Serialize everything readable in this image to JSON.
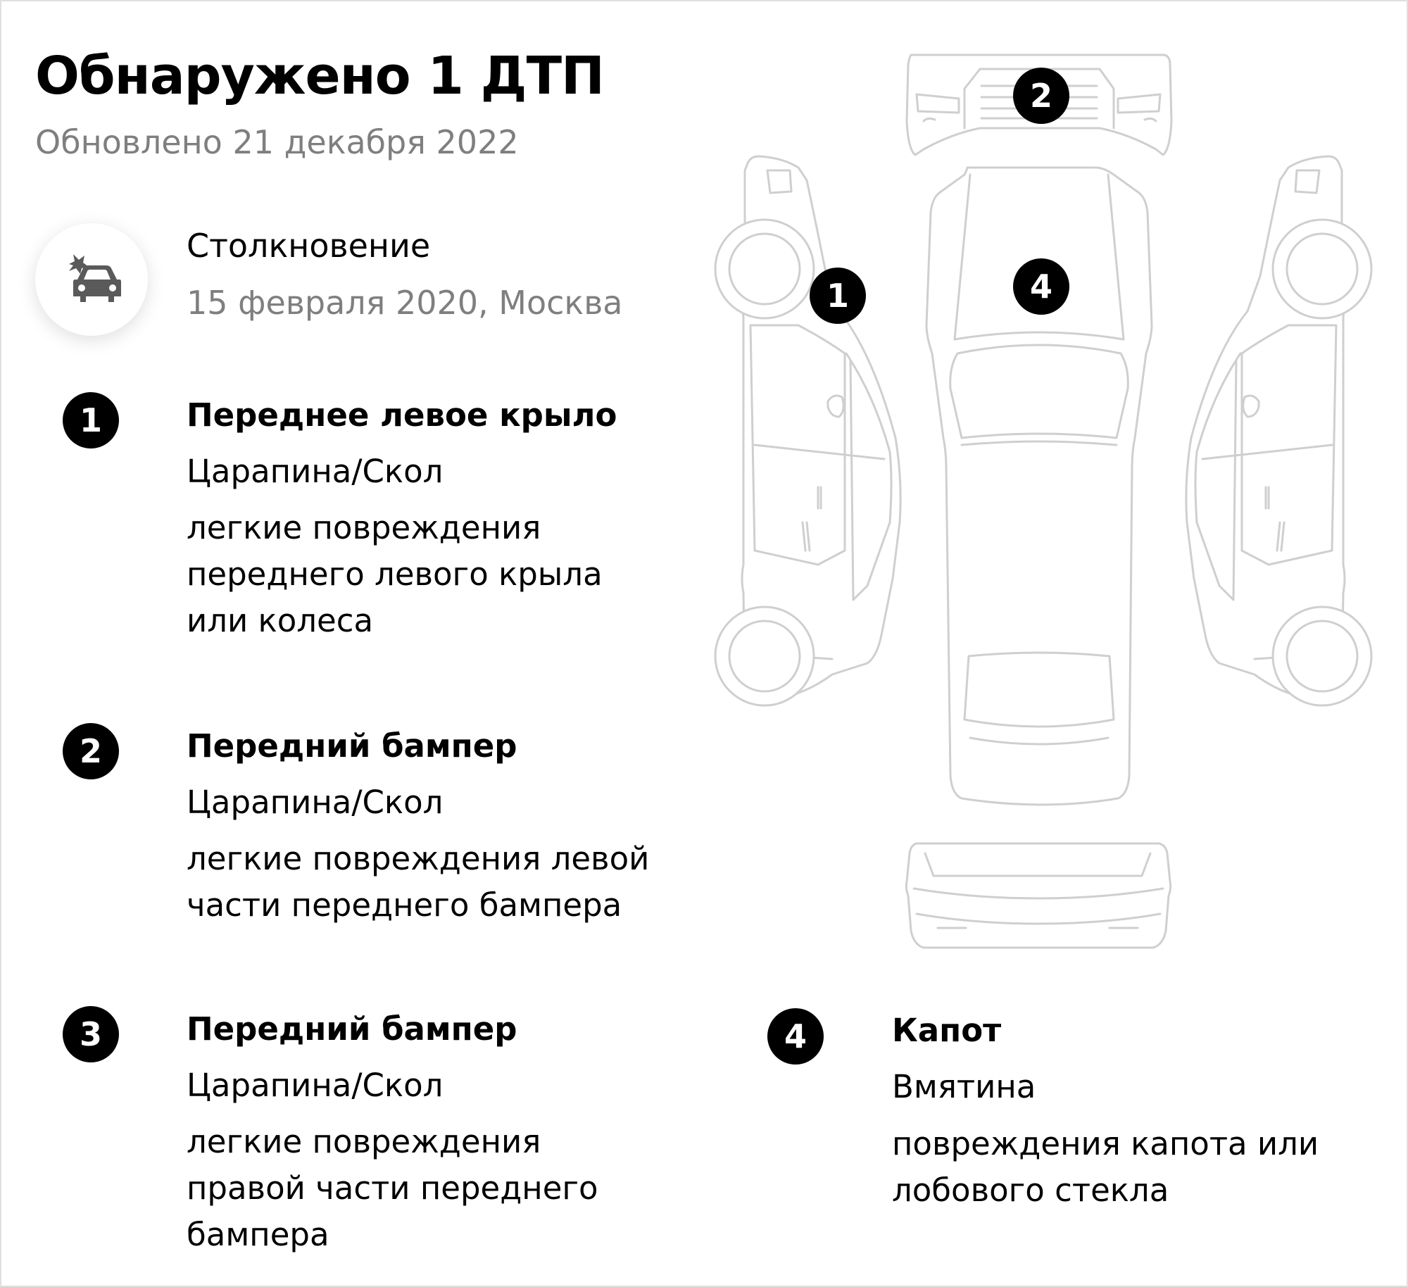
{
  "header": {
    "title": "Обнаружено 1 ДТП",
    "updated": "Обновлено 21 декабря 2022"
  },
  "incident": {
    "icon": "car-crash-icon",
    "type": "Столкновение",
    "date_place": "15 февраля 2020, Москва"
  },
  "damages": [
    {
      "number": "1",
      "part": "Переднее левое крыло",
      "kind": "Царапина/Скол",
      "description": "легкие повреждения переднего левого крыла или колеса"
    },
    {
      "number": "2",
      "part": "Передний бампер",
      "kind": "Царапина/Скол",
      "description": "легкие повреждения левой части переднего бампера"
    },
    {
      "number": "3",
      "part": "Передний бампер",
      "kind": "Царапина/Скол",
      "description": "легкие повреждения правой части переднего бампера"
    },
    {
      "number": "4",
      "part": "Капот",
      "kind": "Вмятина",
      "description": "повреждения капота или лобового стекла"
    }
  ],
  "diagram": {
    "markers": [
      "1",
      "2",
      "4"
    ],
    "line_color": "#cfcfcf",
    "marker_color": "#000000"
  }
}
